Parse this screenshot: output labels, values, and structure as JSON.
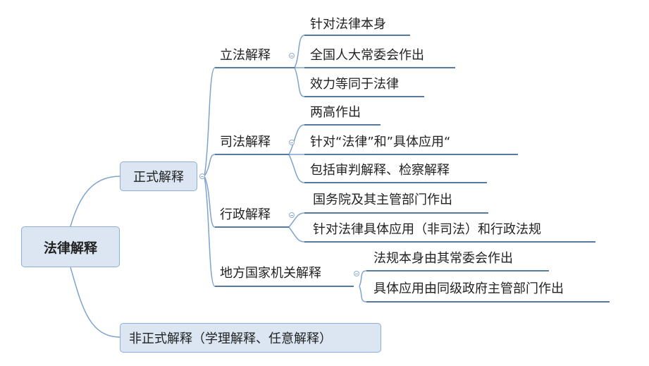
{
  "root": "法律解释",
  "formal": {
    "label": "正式解释",
    "branches": [
      {
        "label": "立法解释",
        "items": [
          "针对法律本身",
          "全国人大常委会作出",
          "效力等同于法律"
        ]
      },
      {
        "label": "司法解释",
        "items": [
          "两高作出",
          "针对“法律”和”具体应用“",
          "包括审判解释、检察解释"
        ]
      },
      {
        "label": "行政解释",
        "items": [
          "国务院及其主管部门作出",
          "针对法律具体应用（非司法）和行政法规"
        ]
      },
      {
        "label": "地方国家机关解释",
        "items": [
          "法规本身由其常委会作出",
          "具体应用由同级政府主管部门作出"
        ]
      }
    ]
  },
  "informal": {
    "label": "非正式解释（学理解释、任意解释）"
  },
  "colors": {
    "line": "#7fa3cc",
    "underline": "#1f4e82",
    "box_fill": "#dbe6f2",
    "box_border": "#8eaed2"
  }
}
